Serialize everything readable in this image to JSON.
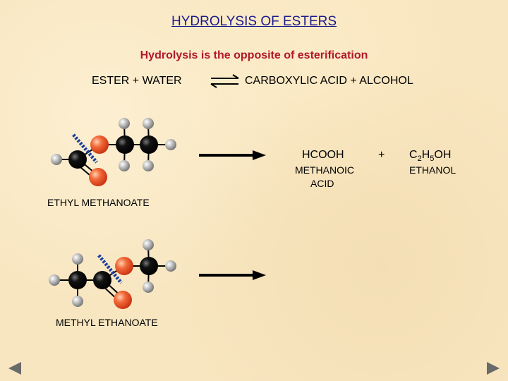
{
  "title": "HYDROLYSIS OF ESTERS",
  "subtitle": "Hydrolysis is the opposite of esterification",
  "equation": {
    "left": "ESTER  +  WATER",
    "right": "CARBOXYLIC ACID  +  ALCOHOL"
  },
  "reaction1": {
    "reactant": "ETHYL METHANOATE",
    "product1_formula": "HCOOH",
    "product1_name_line1": "METHANOIC",
    "product1_name_line2": "ACID",
    "plus": "+",
    "product2_formula": {
      "c": "C",
      "c_sub": "2",
      "h": "H",
      "h_sub": "5",
      "oh": "OH"
    },
    "product2_name": "ETHANOL"
  },
  "reaction2": {
    "reactant": "METHYL ETHANOATE"
  },
  "colors": {
    "title": "#1a1a8c",
    "subtitle": "#b0182a",
    "carbon": "#000000",
    "oxygen": "#e84020",
    "hydrogen": "#a0a0a0",
    "cleavage_line": "#1a3fa0"
  },
  "navigation": {
    "previous_icon": "left-triangle-icon",
    "next_icon": "right-triangle-icon"
  }
}
